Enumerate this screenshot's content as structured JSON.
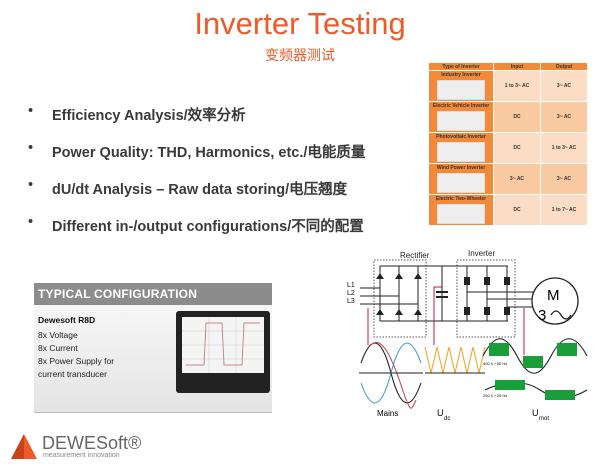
{
  "title": "Inverter Testing",
  "subtitle": "变频器测试",
  "bullets": [
    "Efficiency Analysis/效率分析",
    "Power Quality: THD, Harmonics, etc./电能质量",
    "dU/dt Analysis – Raw data storing/电压翘度",
    "Different in-/output configurations/不同的配置"
  ],
  "table": {
    "headers": [
      "Type of Inverter",
      "Input",
      "Output"
    ],
    "rows": [
      {
        "type": "Industry Inverter",
        "input": "1 to 3~ AC",
        "output": "3~ AC"
      },
      {
        "type": "Electric Vehicle Inverter",
        "input": "DC",
        "output": "3~ AC"
      },
      {
        "type": "Photovoltaic Inverter",
        "input": "DC",
        "output": "1 to 3~ AC"
      },
      {
        "type": "Wind Power Inverter",
        "input": "3~ AC",
        "output": "3~ AC"
      },
      {
        "type": "Electric Two-Wheeler",
        "input": "DC",
        "output": "1 to 7~ AC"
      }
    ]
  },
  "config": {
    "header": "TYPICAL CONFIGURATION",
    "device": "Dewesoft R8D",
    "lines": [
      "8x Voltage",
      "8x Current",
      "8x Power Supply for",
      "current transducer"
    ]
  },
  "diagram": {
    "rectifier": "Rectifier",
    "inverter": "Inverter",
    "motor_m": "M",
    "motor_3": "3",
    "l1": "L1",
    "l2": "L2",
    "l3": "L3",
    "mains": "Mains",
    "udc": "U",
    "udc_sub": "dc",
    "umot": "U",
    "umot_sub": "mot",
    "w1": "400 V / 50 Hz",
    "w2": "200 V / 25 Hz"
  },
  "logo": {
    "name": "DEWESoft®",
    "tagline": "measurement innovation"
  },
  "colors": {
    "accent": "#ef5a28",
    "table": "#f28a3a"
  }
}
